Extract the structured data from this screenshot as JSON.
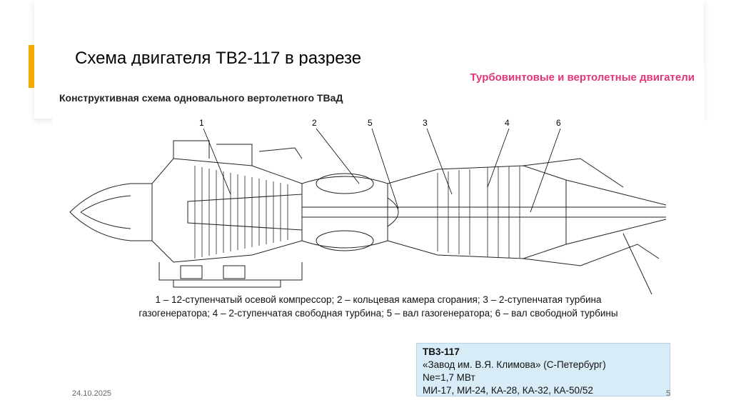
{
  "slide": {
    "title": "Схема двигателя ТВ2-117 в разрезе",
    "date": "24.10.2025",
    "page_number": "5",
    "accent_color": "#f5a800"
  },
  "figure": {
    "header_pink": "Турбовинтовые и вертолетные двигатели",
    "header_sub": "Конструктивная схема одновального вертолетного ТВаД",
    "part_numbers": [
      "1",
      "2",
      "5",
      "3",
      "4",
      "6"
    ],
    "caption_line1": "1 – 12-ступенчатый осевой компрессор; 2 – кольцевая камера сгорания; 3 – 2-ступенчатая турбина",
    "caption_line2": "газогенератора; 4 – 2-ступенчатая свободная турбина; 5 – вал газогенератора; 6 – вал свободной турбины",
    "header_pink_color": "#e2357a"
  },
  "infobox": {
    "line1": "ТВ3-117",
    "line2": "«Завод им. В.Я. Климова» (С-Петербург)",
    "line3": "Ne=1,7 МВт",
    "line4": "МИ-17, МИ-24, КА-28, КА-32, КА-50/52",
    "background": "#d8ecf8"
  }
}
